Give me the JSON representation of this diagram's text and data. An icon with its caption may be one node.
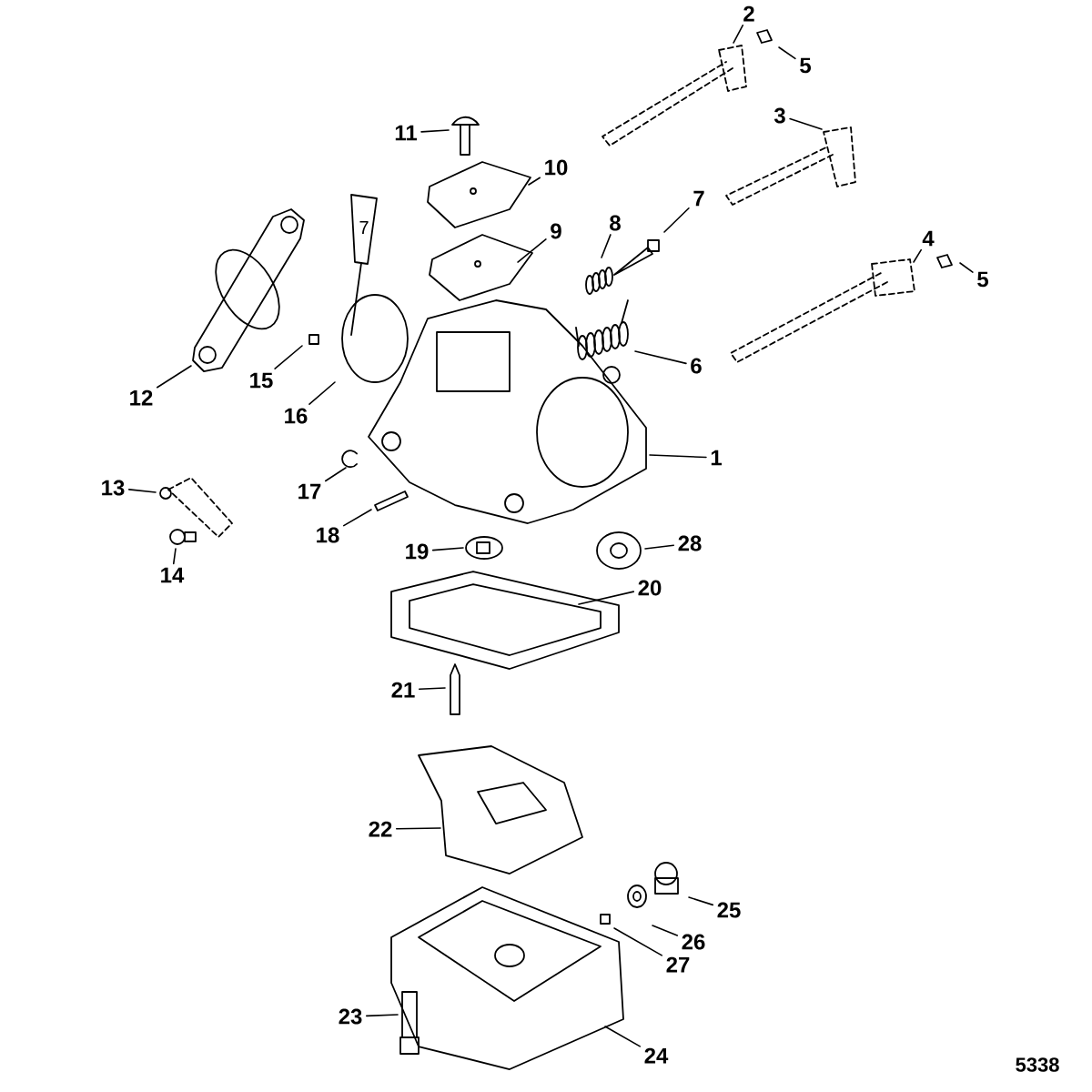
{
  "diagram": {
    "nodes": [
      {
        "text": [
          "2"
        ]
      },
      {
        "text": [
          "5"
        ]
      },
      {
        "text": [
          "11"
        ]
      },
      {
        "text": [
          "3"
        ]
      },
      {
        "text": [
          "10"
        ]
      },
      {
        "text": [
          "7"
        ]
      },
      {
        "text": [
          "9"
        ]
      },
      {
        "text": [
          "8"
        ]
      },
      {
        "text": [
          "4"
        ]
      },
      {
        "text": [
          "5"
        ]
      },
      {
        "text": [
          "12"
        ]
      },
      {
        "text": [
          "15"
        ]
      },
      {
        "text": [
          "6"
        ]
      },
      {
        "text": [
          "16"
        ]
      },
      {
        "text": [
          "1"
        ]
      },
      {
        "text": [
          "13"
        ]
      },
      {
        "text": [
          "17"
        ]
      },
      {
        "text": [
          "18"
        ]
      },
      {
        "text": [
          "28"
        ]
      },
      {
        "text": [
          "19"
        ]
      },
      {
        "text": [
          "14"
        ]
      },
      {
        "text": [
          "20"
        ]
      },
      {
        "text": [
          "21"
        ]
      },
      {
        "text": [
          "22"
        ]
      },
      {
        "text": [
          "25"
        ]
      },
      {
        "text": [
          "26"
        ]
      },
      {
        "text": [
          "27"
        ]
      },
      {
        "text": [
          "23"
        ]
      },
      {
        "text": [
          "24"
        ]
      }
    ],
    "edges": [
      {
        "from": 0,
        "to": null,
        "arrow": "none"
      },
      {
        "from": 1,
        "to": null,
        "arrow": "none"
      },
      {
        "from": 2,
        "to": null,
        "arrow": "none"
      },
      {
        "from": 3,
        "to": null,
        "arrow": "none"
      },
      {
        "from": 4,
        "to": null,
        "arrow": "none"
      },
      {
        "from": 5,
        "to": null,
        "arrow": "none"
      },
      {
        "from": 6,
        "to": null,
        "arrow": "none"
      },
      {
        "from": 7,
        "to": null,
        "arrow": "none"
      },
      {
        "from": 8,
        "to": null,
        "arrow": "none"
      },
      {
        "from": 9,
        "to": null,
        "arrow": "none"
      },
      {
        "from": 10,
        "to": null,
        "arrow": "none"
      },
      {
        "from": 11,
        "to": null,
        "arrow": "none"
      },
      {
        "from": 12,
        "to": null,
        "arrow": "none"
      },
      {
        "from": 13,
        "to": null,
        "arrow": "none"
      },
      {
        "from": 14,
        "to": null,
        "arrow": "none"
      },
      {
        "from": 15,
        "to": null,
        "arrow": "none"
      },
      {
        "from": 16,
        "to": null,
        "arrow": "none"
      },
      {
        "from": 17,
        "to": null,
        "arrow": "none"
      },
      {
        "from": 18,
        "to": null,
        "arrow": "none"
      },
      {
        "from": 19,
        "to": null,
        "arrow": "none"
      },
      {
        "from": 20,
        "to": null,
        "arrow": "none"
      },
      {
        "from": 21,
        "to": null,
        "arrow": "none"
      },
      {
        "from": 22,
        "to": null,
        "arrow": "none"
      },
      {
        "from": 23,
        "to": null,
        "arrow": "none"
      },
      {
        "from": 24,
        "to": null,
        "arrow": "none"
      },
      {
        "from": 25,
        "to": null,
        "arrow": "none"
      },
      {
        "from": 26,
        "to": null,
        "arrow": "none"
      },
      {
        "from": 27,
        "to": null,
        "arrow": "none"
      },
      {
        "from": 28,
        "to": null,
        "arrow": "none"
      }
    ],
    "labels": [
      "7",
      "5338"
    ]
  }
}
